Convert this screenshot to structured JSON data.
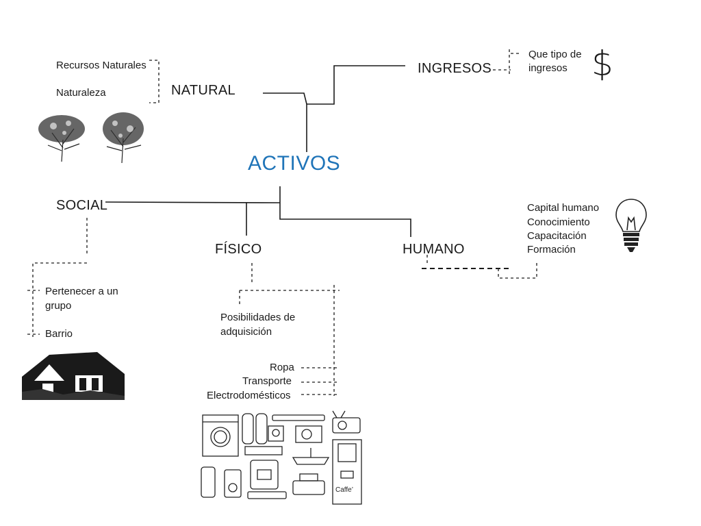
{
  "center": {
    "label": "ACTIVOS"
  },
  "natural": {
    "label": "NATURAL",
    "items": [
      "Recursos Naturales",
      "Naturaleza"
    ],
    "icon": "trees-icon"
  },
  "ingresos": {
    "label": "INGRESOS",
    "items": [
      "Que tipo de",
      "ingresos"
    ],
    "symbol": "$",
    "icon": "dollar-icon"
  },
  "social": {
    "label": "SOCIAL",
    "items": [
      "Pertenecer a un",
      "grupo",
      "Barrio"
    ],
    "icon": "house-icon"
  },
  "fisico": {
    "label": "FÍSICO",
    "items": [
      "Posibilidades de",
      "adquisición",
      "Ropa",
      "Transporte",
      "Electrodomésticos"
    ],
    "icon": "appliances-icon",
    "machine_label": "Caffe’"
  },
  "humano": {
    "label": "HUMANO",
    "items": [
      "Capital humano",
      "Conocimiento",
      "Capacitación",
      "Formación"
    ],
    "icon": "lightbulb-icon"
  },
  "colors": {
    "center": "#1f74b8",
    "lines": "#1a1a1a"
  }
}
